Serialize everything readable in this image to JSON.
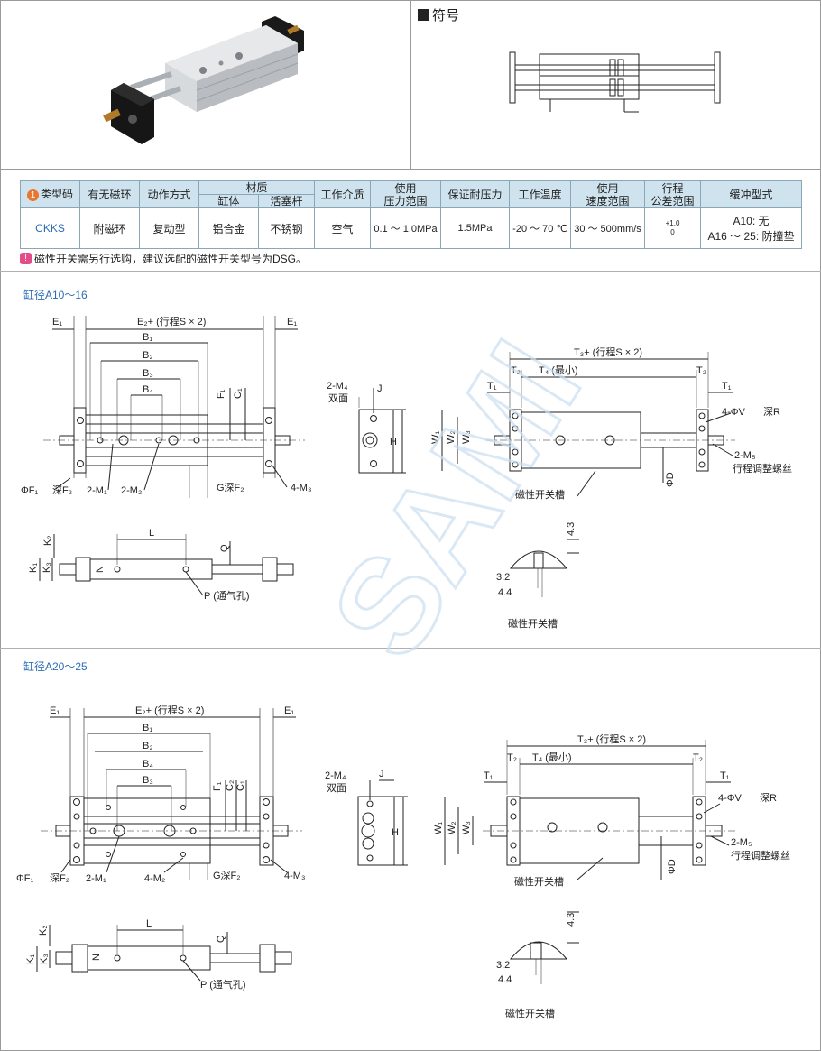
{
  "symbol_title": "符号",
  "table": {
    "headers": {
      "model": "类型码",
      "magnet": "有无磁环",
      "action": "动作方式",
      "material": "材质",
      "material_body": "缸体",
      "material_rod": "活塞杆",
      "medium": "工作介质",
      "pressure_1": "使用",
      "pressure_2": "压力范围",
      "proof": "保证耐压力",
      "temp": "工作温度",
      "speed_1": "使用",
      "speed_2": "速度范围",
      "stroke_1": "行程",
      "stroke_2": "公差范围",
      "cushion": "缓冲型式"
    },
    "row": {
      "model": "CKKS",
      "magnet": "附磁环",
      "action": "复动型",
      "body": "铝合金",
      "rod": "不锈钢",
      "medium": "空气",
      "pressure": "0.1 ～ 1.0MPa",
      "proof": "1.5MPa",
      "temp": "-20 ～ 70 ℃",
      "speed": "30 ～ 500mm/s",
      "stroke_up": "+1.0",
      "stroke_low": "0",
      "cushion_1": "A10: 无",
      "cushion_2": "A16 ～ 25: 防撞垫"
    },
    "badge": "1"
  },
  "note": "磁性开关需另行选购，建议选配的磁性开关型号为DSG。",
  "section1": "缸径A10～16",
  "section2": "缸径A20～25",
  "labels": {
    "E1": "E₁",
    "E2": "E₂+ (行程S × 2)",
    "B1": "B₁",
    "B2": "B₂",
    "B3": "B₃",
    "B4": "B₄",
    "F1": "F₁",
    "C1": "C₁",
    "C2": "C₂",
    "phiF1": "ΦF₁",
    "depthF2": "深F₂",
    "M1": "2-M₁",
    "M2a": "2-M₂",
    "M2b": "4-M₂",
    "M3": "4-M₃",
    "G": "G深F₂",
    "M4": "2-M₄",
    "twoside": "双面",
    "J": "J",
    "H": "H",
    "T3": "T₃+ (行程S × 2)",
    "T4": "T₄ (最小)",
    "T2": "T₂",
    "T1": "T₁",
    "W1": "W₁",
    "W2": "W₂",
    "W3": "W₃",
    "V": "4-ΦV",
    "depthR": "深R",
    "M5": "2-M₅",
    "adj": "行程调整螺丝",
    "slot": "磁性开关槽",
    "phiD": "ΦD",
    "K1": "K₁",
    "K2": "K₂",
    "K3": "K₃",
    "L": "L",
    "N": "N",
    "Q": "Q",
    "P": "P (通气孔)",
    "d43": "4.3",
    "d32": "3.2",
    "d44": "4.4",
    "tol_up": "+1.0",
    "tol_low": "0"
  },
  "watermark": "SAMI"
}
